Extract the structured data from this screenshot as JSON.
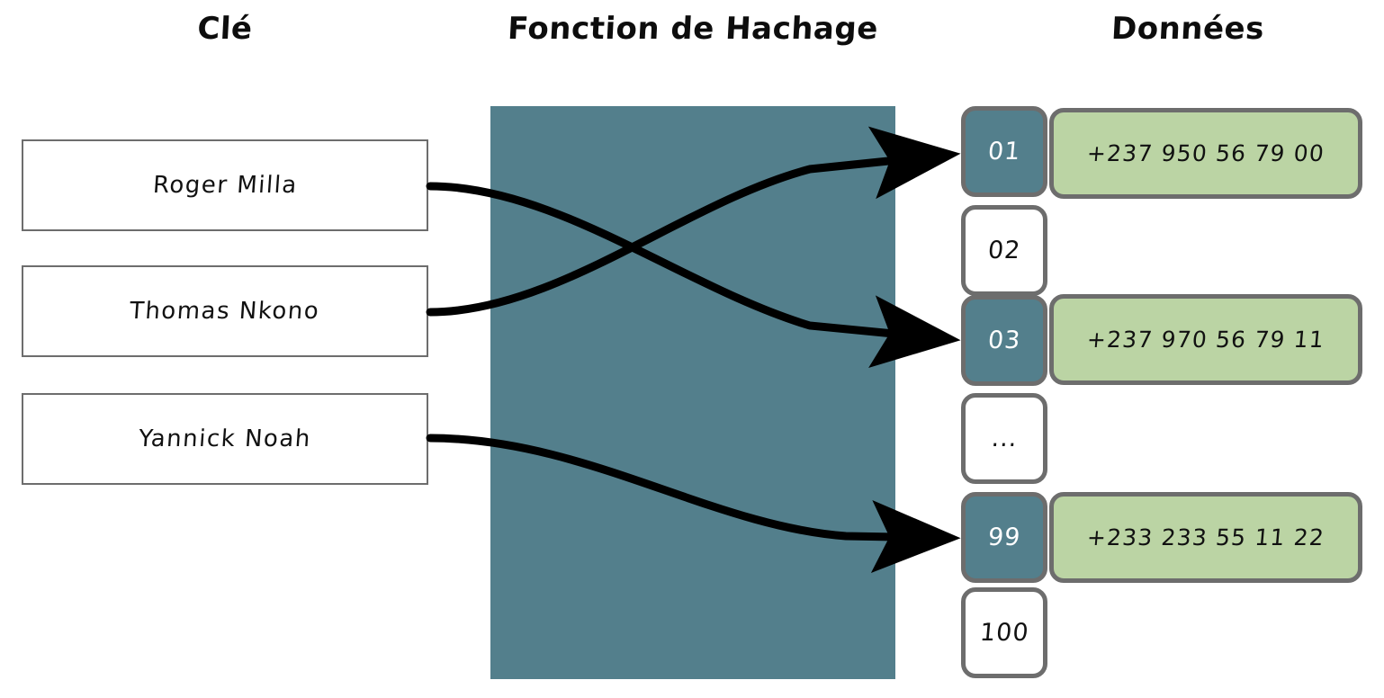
{
  "columns": {
    "keys_title": "Clé",
    "hash_title": "Fonction de Hachage",
    "data_title": "Données"
  },
  "keys": [
    {
      "label": "Roger Milla"
    },
    {
      "label": "Thomas Nkono"
    },
    {
      "label": "Yannick Noah"
    }
  ],
  "slots": [
    {
      "index": "01",
      "filled": true,
      "value": "+237 950 56 79 00"
    },
    {
      "index": "02",
      "filled": false,
      "value": ""
    },
    {
      "index": "03",
      "filled": true,
      "value": "+237 970 56 79 11"
    },
    {
      "index": "...",
      "filled": false,
      "value": ""
    },
    {
      "index": "99",
      "filled": true,
      "value": "+233 233 55 11 22"
    },
    {
      "index": "100",
      "filled": false,
      "value": ""
    }
  ],
  "mappings": [
    {
      "from_key": "Roger Milla",
      "to_slot": "03"
    },
    {
      "from_key": "Thomas Nkono",
      "to_slot": "01"
    },
    {
      "from_key": "Yannick Noah",
      "to_slot": "99"
    }
  ],
  "colors": {
    "hash_block": "#537f8c",
    "slot_filled": "#537f8c",
    "data_box": "#bbd4a4",
    "border_gray": "#6d6d6d",
    "arrow": "#000000",
    "text_dark": "#111111",
    "text_light": "#ffffff",
    "background": "#ffffff"
  }
}
